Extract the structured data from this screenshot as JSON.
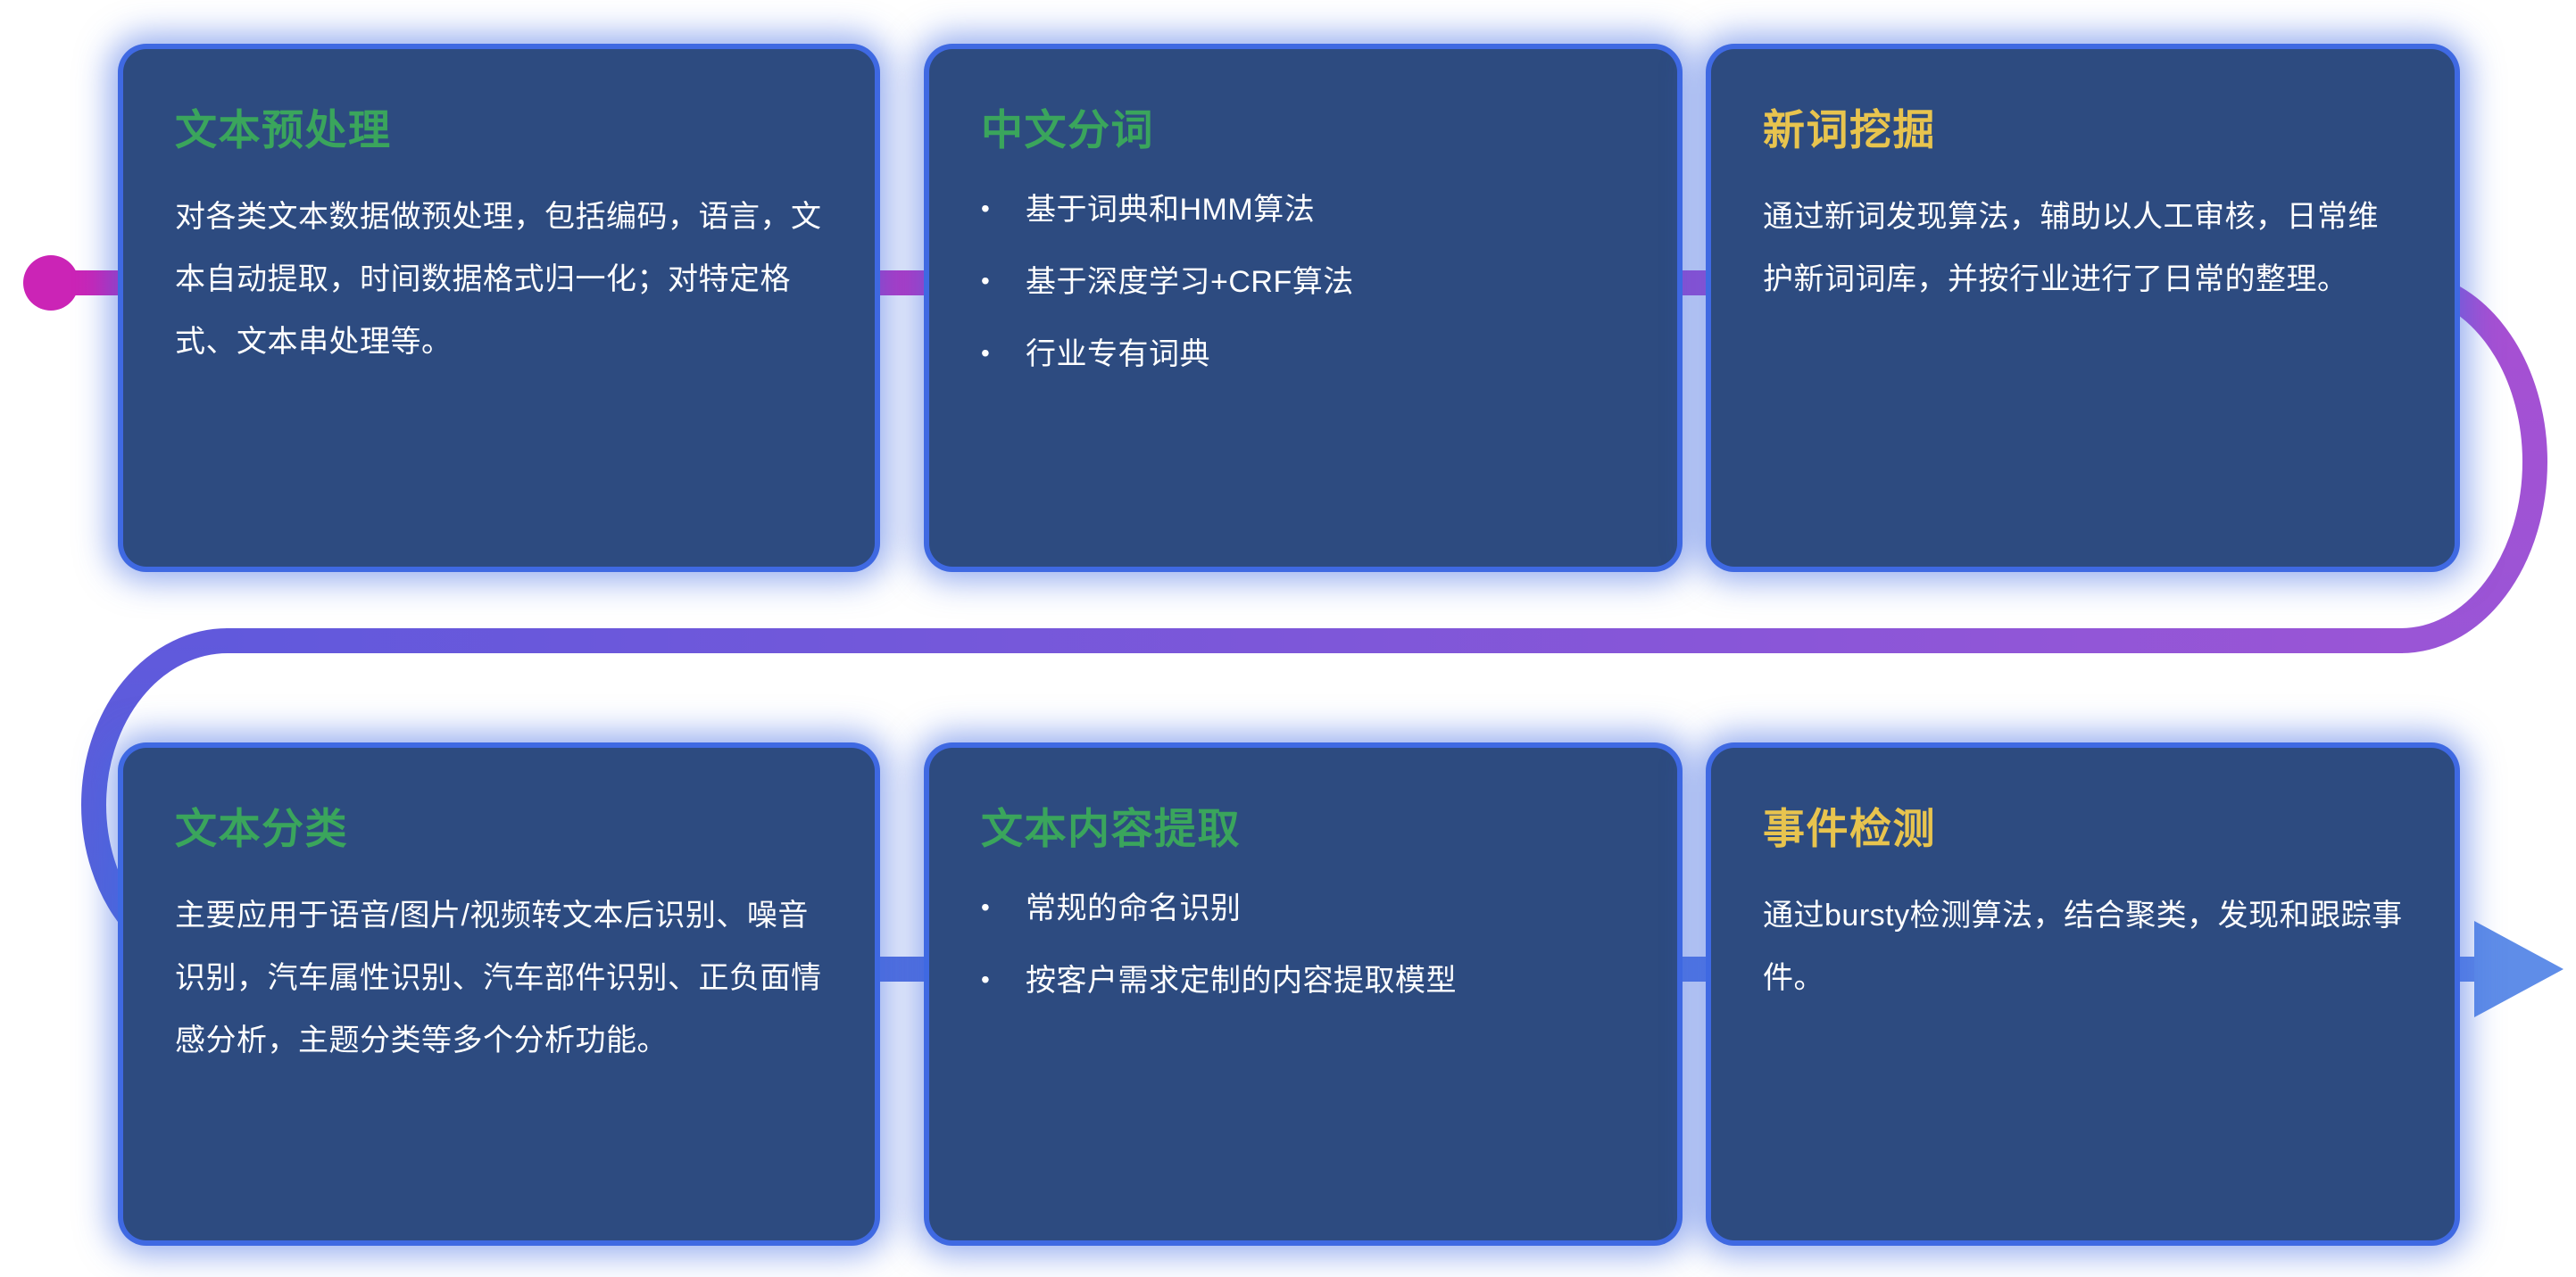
{
  "palette": {
    "background": "#ffffff",
    "card_bg": "#2d4b80",
    "card_glow": "#3f69e2",
    "title_green": "#3aa55c",
    "title_yellow": "#e8c44e",
    "body_text": "#ffffff",
    "flow_magenta": "#cb24b6",
    "flow_purple": "#a84fd2",
    "flow_violet": "#9a55d6",
    "flow_indigo": "#6159dc",
    "flow_blue": "#4f66da",
    "flow_light_blue": "#5c86e6",
    "flow_arrow": "#5f8de8"
  },
  "bullet_glyph": "•",
  "cards": [
    {
      "title": "文本预处理",
      "title_color": "#3aa55c",
      "body": "对各类文本数据做预处理，包括编码，语言，文本自动提取，时间数据格式归一化；对特定格式、文本串处理等。"
    },
    {
      "title": "中文分词",
      "title_color": "#3aa55c",
      "bullets": [
        "基于词典和HMM算法",
        "基于深度学习+CRF算法",
        "行业专有词典"
      ]
    },
    {
      "title": "新词挖掘",
      "title_color": "#e8c44e",
      "body": "通过新词发现算法，辅助以人工审核，日常维护新词词库，并按行业进行了日常的整理。"
    },
    {
      "title": "文本分类",
      "title_color": "#3aa55c",
      "body": "主要应用于语音/图片/视频转文本后识别、噪音识别，汽车属性识别、汽车部件识别、正负面情感分析，主题分类等多个分析功能。"
    },
    {
      "title": "文本内容提取",
      "title_color": "#3aa55c",
      "bullets": [
        "常规的命名识别",
        "按客户需求定制的内容提取模型"
      ]
    },
    {
      "title": "事件检测",
      "title_color": "#e8c44e",
      "body": "通过bursty检测算法，结合聚类，发现和跟踪事件。"
    }
  ]
}
